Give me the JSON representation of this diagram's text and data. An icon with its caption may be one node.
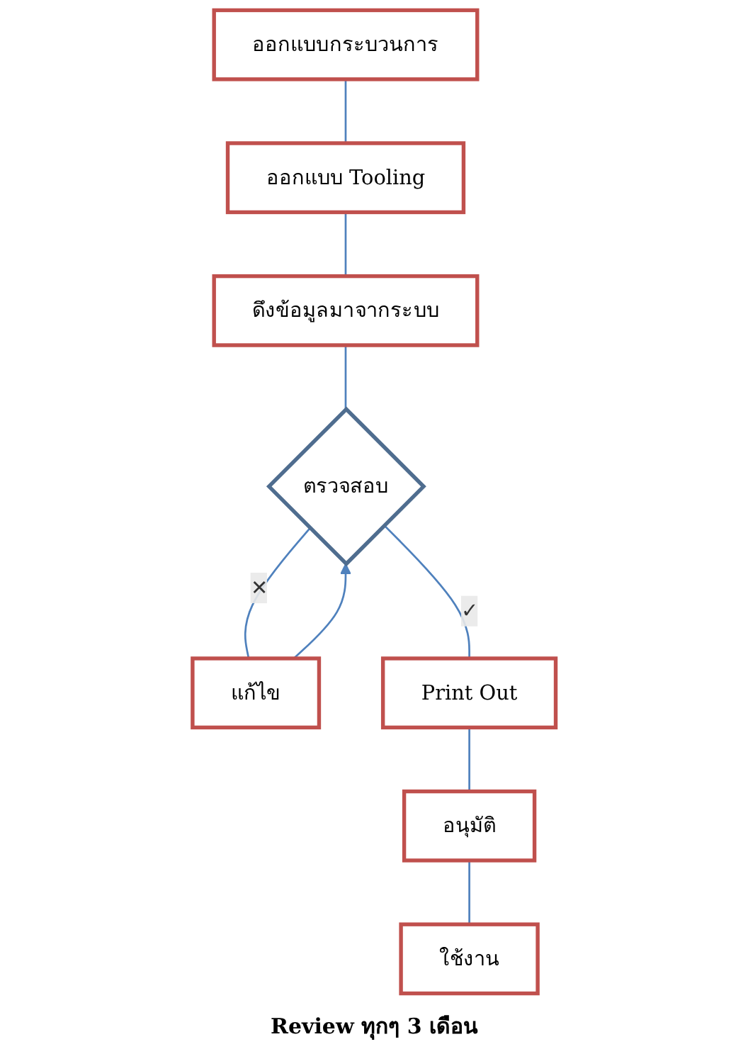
{
  "diagram": {
    "nodes": [
      {
        "text": [
          "ออกแบบกระบวนการ"
        ]
      },
      {
        "text": [
          "ออกแบบ Tooling"
        ]
      },
      {
        "text": [
          "ดึงข้อมูลมาจากระบบ"
        ]
      },
      {
        "text": [
          "ตรวจสอบ"
        ]
      },
      {
        "text": [
          "แก้ไข"
        ]
      },
      {
        "text": [
          "Print Out"
        ]
      },
      {
        "text": [
          "อนุมัติ"
        ]
      },
      {
        "text": [
          "ใช้งาน"
        ]
      }
    ],
    "edges": [
      {
        "from": 0,
        "to": 1,
        "arrow": "none"
      },
      {
        "from": 1,
        "to": 2,
        "arrow": "none"
      },
      {
        "from": 2,
        "to": 3,
        "arrow": "none"
      },
      {
        "from": 3,
        "to": 4,
        "arrow": "none",
        "label": "✕"
      },
      {
        "from": 4,
        "to": 3,
        "arrow": "to"
      },
      {
        "from": 3,
        "to": 5,
        "arrow": "none",
        "label": "✓"
      },
      {
        "from": 5,
        "to": 6,
        "arrow": "none"
      },
      {
        "from": 6,
        "to": 7,
        "arrow": "none"
      }
    ],
    "labels": [
      "Review ทุกๆ 3 เดือน"
    ]
  }
}
